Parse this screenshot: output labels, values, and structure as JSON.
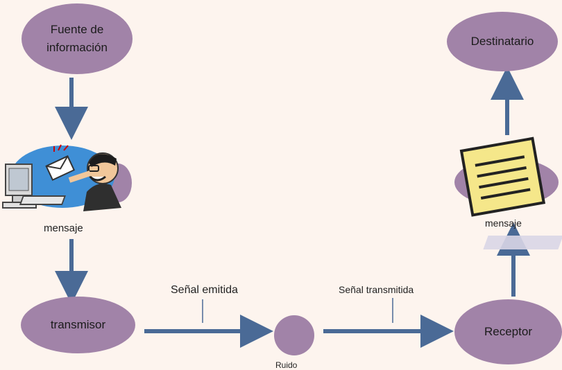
{
  "nodes": {
    "source": "Fuente de\ninformación",
    "destination": "Destinatario",
    "transmitter": "transmisor",
    "receiver": "Receptor",
    "channel": "Ruido"
  },
  "labels": {
    "message_left": "mensaje",
    "message_right": "mensaje",
    "signal_emitted": "Señal emitida",
    "signal_transmitted": "Señal transmitida"
  },
  "colors": {
    "node": "#a183a8",
    "arrow": "#4a6a96",
    "background": "#fdf4ee"
  },
  "icons": [
    "person-computer-email-icon",
    "note-document-icon"
  ]
}
